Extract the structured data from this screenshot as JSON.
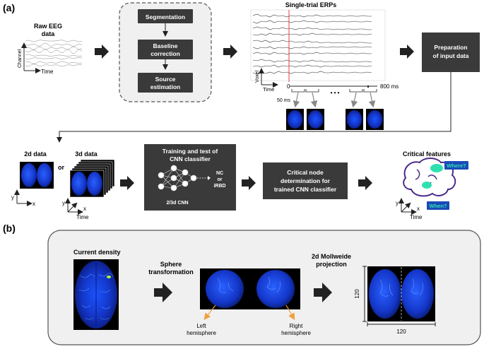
{
  "panel_a": {
    "label": "(a)",
    "raw_eeg": {
      "title_line1": "Raw EEG",
      "title_line2": "data",
      "y_axis": "Channel",
      "x_axis": "Time"
    },
    "pipeline": {
      "step1": "Segmentation",
      "step2_line1": "Baseline",
      "step2_line2": "correction",
      "step3_line1": "Source",
      "step3_line2": "estimation"
    },
    "erps": {
      "title": "Single-trial ERPs",
      "y_axis": "Voxel",
      "x_axis": "Time",
      "zero": "0",
      "end": "800 ms",
      "window": "50 ms",
      "ellipsis": "• • •"
    },
    "prep": {
      "line1": "Preparation",
      "line2": "of input data"
    },
    "data2d": {
      "title": "2d data",
      "y": "y",
      "x": "x"
    },
    "or": "or",
    "data3d": {
      "title": "3d data",
      "y": "y",
      "x": "x",
      "t": "Time"
    },
    "cnn": {
      "line1": "Training and test of",
      "line2": "CNN classifier",
      "out1": "NC",
      "out2": "or",
      "out3": "iRBD",
      "caption": "2/3d CNN"
    },
    "critnode": {
      "line1": "Critical node",
      "line2": "determination for",
      "line3": "trained CNN classifier"
    },
    "critfeat": {
      "title": "Critical features",
      "where": "Where?",
      "when": "When?",
      "y": "y",
      "x": "x",
      "t": "Time"
    }
  },
  "panel_b": {
    "label": "(b)",
    "current_density": "Current density",
    "sphere_line1": "Sphere",
    "sphere_line2": "transformation",
    "mollweide_line1": "2d Mollweide",
    "mollweide_line2": "projection",
    "left_hemi_line1": "Left",
    "left_hemi_line2": "hemisphere",
    "right_hemi_line1": "Right",
    "right_hemi_line2": "hemisphere",
    "dim_v": "120",
    "dim_h": "120"
  },
  "colors": {
    "dark_box": "#3a3a3a",
    "accent_line": "#e04040",
    "highlight": "#2ee0b0",
    "brain_blue": "#1436c8",
    "arrow": "#222222",
    "orange": "#f0a040"
  }
}
